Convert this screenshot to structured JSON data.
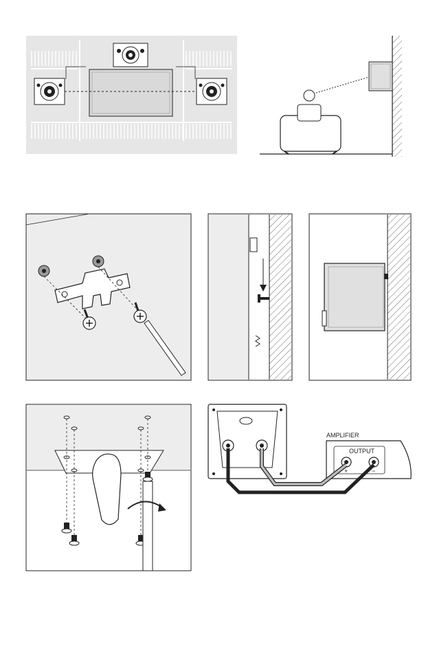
{
  "figures": {
    "room_layout": {
      "kind": "front-left-center-right speaker placement"
    },
    "listener_height": {
      "kind": "speaker at ear height"
    },
    "bracket_mount": {
      "kind": "keyhole bracket screwed to wall"
    },
    "bracket_hook": {
      "kind": "speaker hooked onto wall bracket"
    },
    "speaker_on_wall": {
      "kind": "speaker hanging on wall"
    },
    "ceiling_mount": {
      "kind": "mount plate screwed to ceiling"
    },
    "amplifier_wiring": {
      "amplifier_label": "AMPLIFIER",
      "output_label": "OUTPUT",
      "plus_label": "+",
      "minus_label": "−"
    }
  },
  "colors": {
    "line": "#222222",
    "shelf_fill": "#e6e6e6",
    "tv_fill": "#d9d9d9",
    "panel_bg": "#ededed",
    "wire_gray": "#bbbbbb"
  }
}
